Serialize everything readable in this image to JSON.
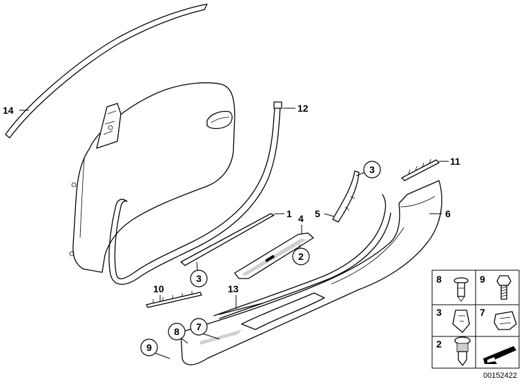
{
  "callouts": {
    "n14": "14",
    "n12": "12",
    "n11": "11",
    "n1": "1",
    "n4": "4",
    "n5": "5",
    "n6": "6",
    "n10": "10",
    "n13": "13"
  },
  "circled": {
    "c3_top": "3",
    "c2": "2",
    "c3_bottom": "3",
    "c7": "7",
    "c8": "8",
    "c9": "9"
  },
  "legend": {
    "r1_left": "8",
    "r1_right": "9",
    "r2_left": "3",
    "r2_right": "7",
    "r3_left": "2"
  },
  "document_number": "00152422"
}
